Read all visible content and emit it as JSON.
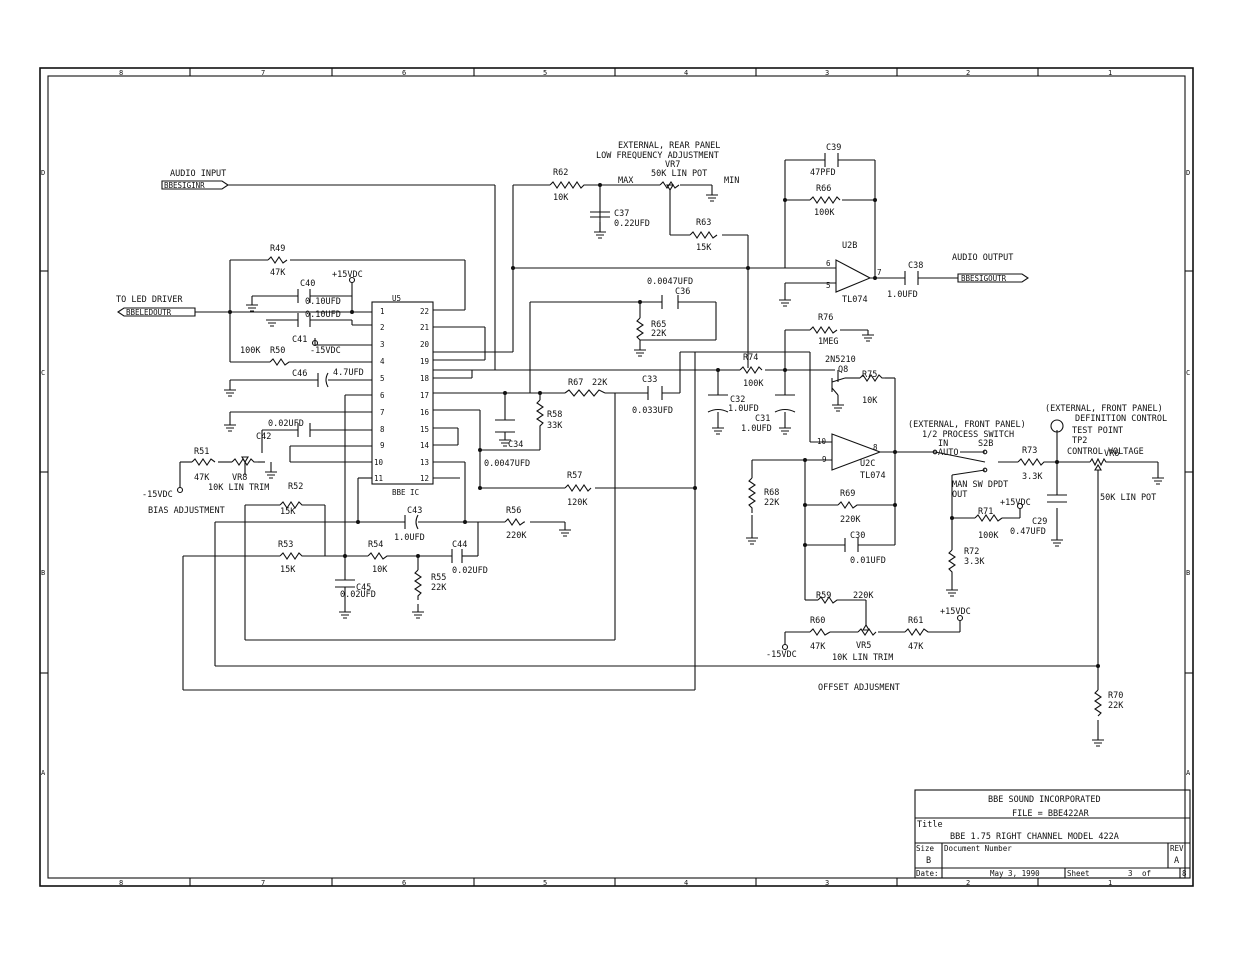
{
  "frame": {
    "col_ticks": [
      "8",
      "7",
      "6",
      "5",
      "4",
      "3",
      "2",
      "1"
    ],
    "row_ticks": [
      "D",
      "C",
      "B",
      "A"
    ]
  },
  "labels": {
    "audio_input": "AUDIO INPUT",
    "audio_input_port": "BBESIGINR",
    "to_led_driver": "TO LED DRIVER",
    "led_port": "BBELEDOUTR",
    "audio_output": "AUDIO OUTPUT",
    "audio_output_port": "BBESIGOUTR",
    "rear_panel_1": "EXTERNAL, REAR PANEL",
    "rear_panel_2": "LOW FREQUENCY ADJUSTMENT",
    "front_panel_switch_1": "(EXTERNAL, FRONT PANEL)",
    "front_panel_switch_2": "1/2 PROCESS SWITCH",
    "front_panel_def_1": "(EXTERNAL, FRONT PANEL)",
    "front_panel_def_2": "DEFINITION CONTROL",
    "test_point": "TEST POINT",
    "tp2": "TP2",
    "control_voltage": "CONTROL VOLTAGE",
    "bias_adjustment": "BIAS ADJUSTMENT",
    "offset_adjustment": "OFFSET ADJUSMENT",
    "in": "IN",
    "auto": "AUTO",
    "man_sw_dpdt": "MAN SW DPDT",
    "out": "OUT",
    "max": "MAX",
    "min": "MIN"
  },
  "components": {
    "r62": "R62",
    "r62v": "10K",
    "c37": "C37",
    "c37v": "0.22UFD",
    "vr7": "VR7",
    "vr7v": "50K LIN POT",
    "r63": "R63",
    "r63v": "15K",
    "c39": "C39",
    "c39v": "47PFD",
    "r66": "R66",
    "r66v": "100K",
    "u2b": "U2B",
    "tl074b": "TL074",
    "c38": "C38",
    "c38v": "1.0UFD",
    "r49": "R49",
    "r49v": "47K",
    "c40": "C40",
    "c40v": "0.10UFD",
    "c41": "C41",
    "c41v": "0.10UFD",
    "r50": "R50",
    "r50v": "100K",
    "plus15_a": "+15VDC",
    "minus15_a": "-15VDC",
    "u5": "U5",
    "u5type": "BBE IC",
    "c36": "C36",
    "c36v": "0.0047UFD",
    "r65": "R65",
    "r65v": "22K",
    "r76": "R76",
    "r76v": "1MEG",
    "q8": "Q8",
    "q8type": "2N5210",
    "r75": "R75",
    "r75v": "10K",
    "c46": "C46",
    "c46v": "4.7UFD",
    "r74": "R74",
    "r74v": "100K",
    "r67": "R67",
    "r67v": "22K",
    "c33": "C33",
    "c33v": "0.033UFD",
    "r58": "R58",
    "r58v": "33K",
    "c34": "C34",
    "c34v": "0.0047UFD",
    "c32": "C32",
    "c32v": "1.0UFD",
    "c31": "C31",
    "c31v": "1.0UFD",
    "c42": "C42",
    "c42v": "0.02UFD",
    "r51": "R51",
    "r51v": "47K",
    "vr8": "VR8",
    "vr8v": "10K LIN TRIM",
    "minus15_b": "-15VDC",
    "r52": "R52",
    "r52v": "15K",
    "u2c": "U2C",
    "tl074c": "TL074",
    "s2b": "S2B",
    "r73": "R73",
    "r73v": "3.3K",
    "vr6": "VR6",
    "vr6v": "50K LIN POT",
    "r57": "R57",
    "r57v": "120K",
    "r68": "R68",
    "r68v": "22K",
    "r69": "R69",
    "r69v": "220K",
    "c43": "C43",
    "c43v": "1.0UFD",
    "r56": "R56",
    "r56v": "220K",
    "r71": "R71",
    "r71v": "100K",
    "plus15_b": "+15VDC",
    "c29": "C29",
    "c29v": "0.47UFD",
    "r53": "R53",
    "r53v": "15K",
    "r54": "R54",
    "r54v": "10K",
    "c44": "C44",
    "c44v": "0.02UFD",
    "c30": "C30",
    "c30v": "0.01UFD",
    "r72": "R72",
    "r72v": "3.3K",
    "r55": "R55",
    "r55v": "22K",
    "c45": "C45",
    "c45v": "0.02UFD",
    "r59": "R59",
    "r59v": "220K",
    "r60": "R60",
    "r60v": "47K",
    "vr5": "VR5",
    "vr5v": "10K LIN TRIM",
    "r61": "R61",
    "r61v": "47K",
    "plus15_c": "+15VDC",
    "minus15_c": "-15VDC",
    "r70": "R70",
    "r70v": "22K"
  },
  "pins_left": [
    "1",
    "2",
    "3",
    "4",
    "5",
    "6",
    "7",
    "8",
    "9",
    "10",
    "11"
  ],
  "pins_right": [
    "22",
    "21",
    "20",
    "19",
    "18",
    "17",
    "16",
    "15",
    "14",
    "13",
    "12"
  ],
  "opamp_pins": {
    "p6": "6",
    "p5": "5",
    "p7": "7",
    "p10": "10",
    "p9": "9",
    "p8": "8"
  },
  "title_block": {
    "company": "BBE SOUND INCORPORATED",
    "file": "FILE = BBE422AR",
    "title_label": "Title",
    "title": "BBE 1.75 RIGHT CHANNEL MODEL 422A",
    "size_label": "Size",
    "size": "B",
    "docnum_label": "Document Number",
    "rev_label": "REV",
    "rev": "A",
    "date_label": "Date:",
    "date": "May 3, 1990",
    "sheet_label": "Sheet",
    "sheet": "3",
    "of_label": "of",
    "of": "8"
  }
}
